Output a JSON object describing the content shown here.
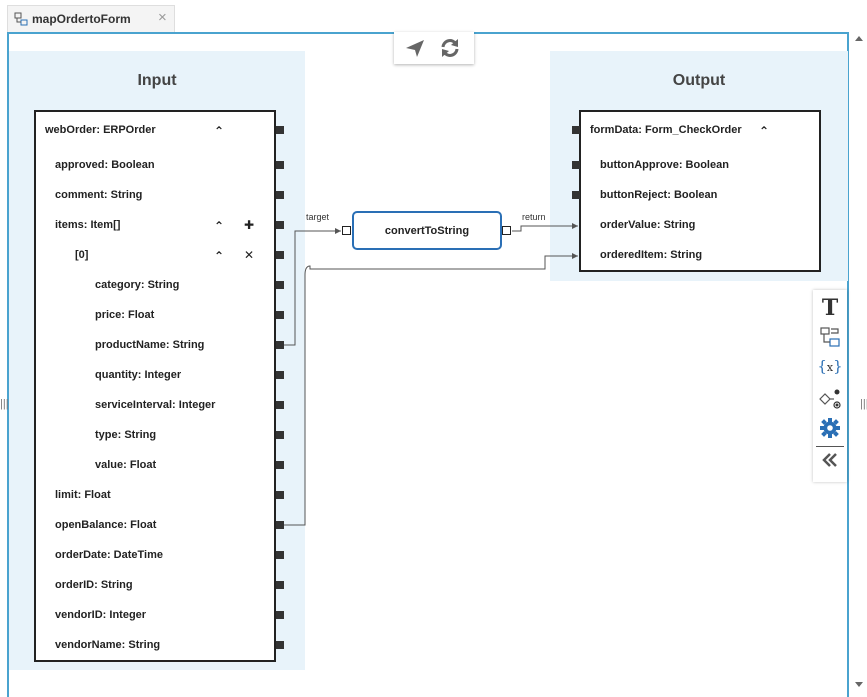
{
  "tab": {
    "title": "mapOrdertoForm",
    "close": "×"
  },
  "panes": {
    "input_title": "Input",
    "output_title": "Output"
  },
  "input": {
    "root": "webOrder: ERPOrder",
    "fields": [
      "approved: Boolean",
      "comment: String",
      "items: Item[]",
      "[0]",
      "category: String",
      "price: Float",
      "productName: String",
      "quantity: Integer",
      "serviceInterval: Integer",
      "type: String",
      "value: Float",
      "limit: Float",
      "openBalance: Float",
      "orderDate: DateTime",
      "orderID: String",
      "vendorID: Integer",
      "vendorName: String"
    ]
  },
  "output": {
    "root": "formData: Form_CheckOrder",
    "fields": [
      "buttonApprove: Boolean",
      "buttonReject: Boolean",
      "orderValue: String",
      "orderedItem: String"
    ]
  },
  "function": {
    "label": "convertToString",
    "in_label": "target",
    "out_label": "return"
  },
  "toolbar": {
    "top": [
      "navigate-icon",
      "refresh-icon"
    ],
    "side": [
      "text-icon",
      "structure-icon",
      "variable-icon",
      "rule-icon",
      "settings-icon",
      "collapse-icon"
    ],
    "accent": "#2a6fb5"
  }
}
